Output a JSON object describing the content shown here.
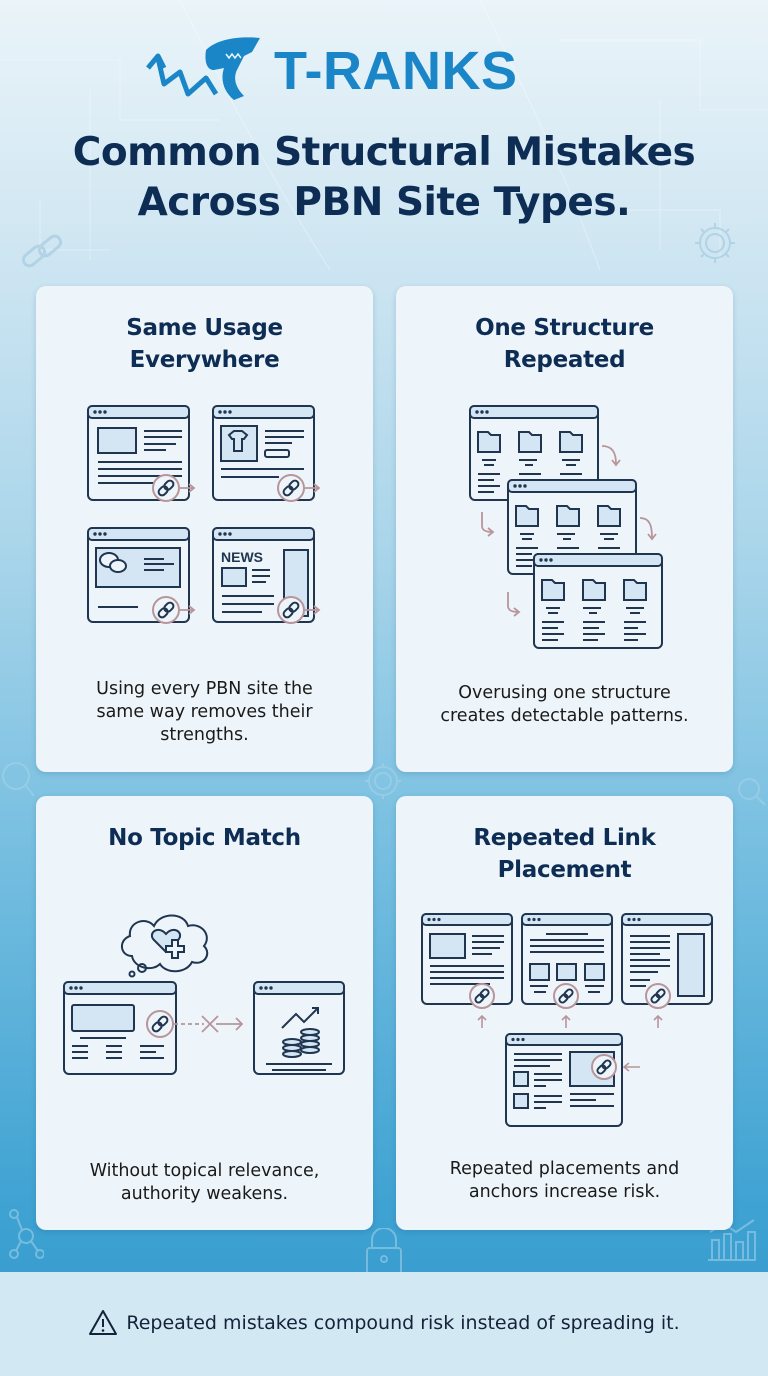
{
  "brand": {
    "name": "T-RANKS",
    "color": "#1a86c7"
  },
  "headline": {
    "line1": "Common Structural Mistakes",
    "line2": "Across PBN Site Types."
  },
  "cards": [
    {
      "title_line1": "Same Usage",
      "title_line2": "Everywhere",
      "desc_line1": "Using every PBN site the",
      "desc_line2": "same way removes their",
      "desc_line3": "strengths.",
      "illustration": "four-site-types-with-link-icons",
      "news_label": "NEWS"
    },
    {
      "title_line1": "One Structure",
      "title_line2": "Repeated",
      "desc_line1": "Overusing one structure",
      "desc_line2": "creates detectable patterns.",
      "illustration": "three-stacked-folder-layout-windows"
    },
    {
      "title_line1": "No Topic Match",
      "desc_line1": "Without topical relevance,",
      "desc_line2": "authority weakens.",
      "illustration": "health-site-linking-to-finance-site-crossed"
    },
    {
      "title_line1": "Repeated Link",
      "title_line2": "Placement",
      "desc_line1": "Repeated placements and",
      "desc_line2": "anchors increase risk.",
      "illustration": "identical-link-positions-across-sites"
    }
  ],
  "footer": {
    "icon": "warning-triangle-icon",
    "text": "Repeated mistakes compound risk instead of spreading it."
  },
  "colors": {
    "title_navy": "#0e2d55",
    "card_bg": "#eef5fa",
    "line_stroke": "#1f3550",
    "fill_light": "#d4e6f3",
    "link_circle": "#b8959a",
    "footer_bg": "#d2e8f3"
  }
}
